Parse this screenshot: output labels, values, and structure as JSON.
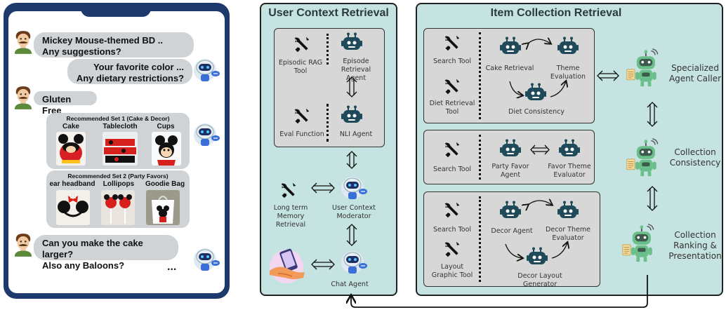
{
  "chat": {
    "messages": [
      {
        "role": "user",
        "lines": [
          "Mickey Mouse-themed BD ..",
          "Any suggestions?"
        ]
      },
      {
        "role": "bot",
        "lines": [
          "Your favorite color ...",
          "Any dietary restrictions?"
        ]
      },
      {
        "role": "user",
        "lines": [
          "Gluten Free"
        ]
      },
      {
        "role": "user",
        "lines": [
          "Can you make the cake larger?",
          "Also any Baloons?"
        ]
      }
    ],
    "rec1": {
      "title": "Recommended Set 1 (Cake & Decor)",
      "items": [
        "Cake",
        "Tablecloth",
        "Cups"
      ]
    },
    "rec2": {
      "title": "Recommended Set 2 (Party Favors)",
      "items": [
        "ear headband",
        "Lollipops",
        "Goodie Bag"
      ]
    },
    "ellipsis": "..."
  },
  "user_context": {
    "title": "User Context Retrieval",
    "episodic_tool": [
      "Episodic RAG",
      "Tool"
    ],
    "episode_agent": [
      "Episode Retrieval",
      "Agent"
    ],
    "eval_function": "Eval Function",
    "nli_agent": "NLI Agent",
    "long_term_memory": [
      "Long term Memory",
      "Retrieval"
    ],
    "moderator": [
      "User Context",
      "Moderator"
    ],
    "chat_agent": "Chat Agent"
  },
  "item_collection": {
    "title": "Item Collection Retrieval",
    "box1": {
      "search_tool": "Search Tool",
      "diet_tool": [
        "Diet Retrieval",
        "Tool"
      ],
      "cake_retrieval": "Cake Retrieval",
      "theme_eval": "Theme Evaluation",
      "diet_consistency": "Diet Consistency"
    },
    "box2": {
      "search_tool": "Search Tool",
      "party_favor": [
        "Party Favor",
        "Agent"
      ],
      "favor_theme": [
        "Favor Theme",
        "Evaluator"
      ]
    },
    "box3": {
      "search_tool": "Search Tool",
      "layout_tool": [
        "Layout",
        "Graphic Tool"
      ],
      "decor_agent": "Decor Agent",
      "decor_theme": [
        "Decor Theme",
        "Evaluator"
      ],
      "decor_layout": "Decor Layout Generator"
    },
    "specialized": [
      "Specialized",
      "Agent Caller"
    ],
    "consistency": [
      "Collection",
      "Consistency"
    ],
    "ranking": [
      "Collection",
      "Ranking &",
      "Presentation"
    ]
  },
  "colors": {
    "phone": "#1e3a6d",
    "panel": "#c5e3e0",
    "robot_dark": "#1f4a5a",
    "robot_green": "#6bbf8a",
    "bot_blue": "#3a6fd8"
  }
}
